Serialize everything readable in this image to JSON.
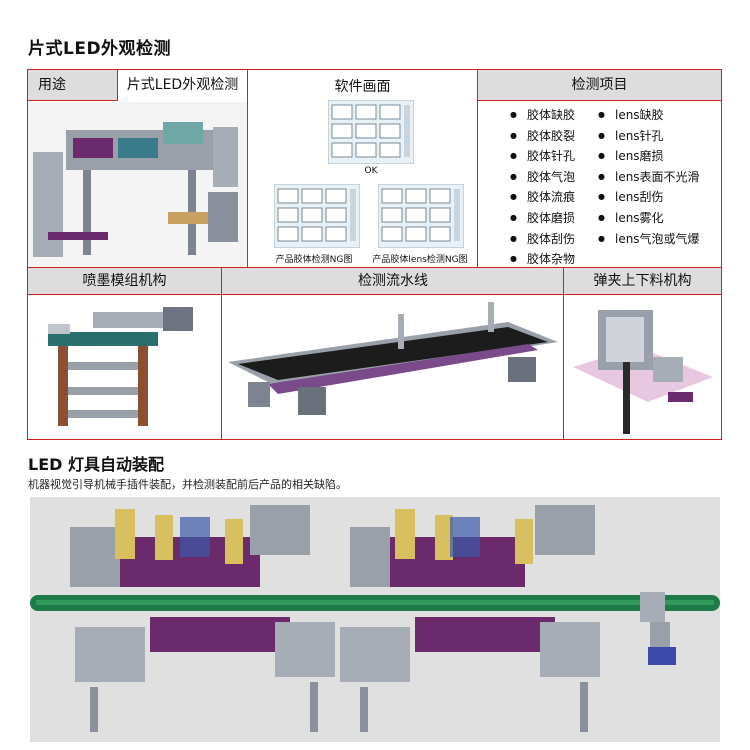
{
  "section1": {
    "title": "片式LED外观检测",
    "use_label": "用途",
    "use_value": "片式LED外观检测",
    "software_title": "软件画面",
    "ok_label": "OK",
    "ng_label_1": "产品胶体检测NG图",
    "ng_label_2": "产品胶体lens检测NG图",
    "inspect_title": "检测项目",
    "inspect_col1": [
      "胶体缺胶",
      "胶体胶裂",
      "胶体针孔",
      "胶体气泡",
      "胶体流痕",
      "胶体磨损",
      "胶体刮伤",
      "胶体杂物"
    ],
    "inspect_col2": [
      "lens缺胶",
      "lens针孔",
      "lens磨损",
      "lens表面不光滑",
      "lens刮伤",
      "lens雾化",
      "lens气泡或气爆"
    ],
    "mech1_title": "喷墨模组机构",
    "mech2_title": "检测流水线",
    "mech3_title": "弹夹上下料机构"
  },
  "section2": {
    "title": "LED 灯具自动装配",
    "description": "机器视觉引导机械手插件装配，并检测装配前后产品的相关缺陷。"
  },
  "colors": {
    "border": "#cc2222",
    "header_bg": "#dddddd",
    "machine_purple": "#6b2a6b",
    "machine_gray": "#9aa0aa",
    "conveyor_green": "#1f7a4a",
    "robot_yellow": "#d8c060"
  }
}
